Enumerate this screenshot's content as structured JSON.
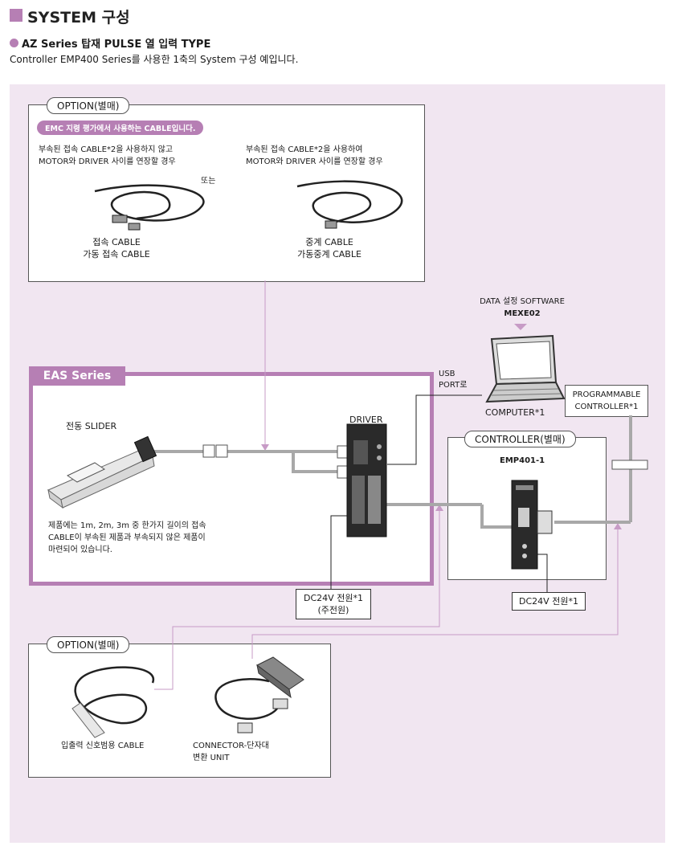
{
  "header": {
    "title": "SYSTEM 구성"
  },
  "subheader": {
    "title": "AZ Series 탑재 PULSE 열 입력 TYPE",
    "description": "Controller EMP400 Series를 사용한 1축의 System 구성 예입니다."
  },
  "option_top": {
    "tag": "OPTION(별매)",
    "note": "EMC 지령 평가에서 사용하는 CABLE입니다.",
    "left_desc_1": "부속된 접속 CABLE*2을 사용하지 않고",
    "left_desc_2": "MOTOR와 DRIVER 사이를 연장할 경우",
    "or_label": "또는",
    "right_desc_1": "부속된 접속 CABLE*2을 사용하여",
    "right_desc_2": "MOTOR와 DRIVER 사이를 연장할 경우",
    "left_cable_1": "접속 CABLE",
    "left_cable_2": "가동 접속 CABLE",
    "right_cable_1": "중계 CABLE",
    "right_cable_2": "가동중계 CABLE"
  },
  "software": {
    "label": "DATA 설정 SOFTWARE",
    "name": "MEXE02"
  },
  "computer": {
    "label": "COMPUTER*1",
    "usb_1": "USB",
    "usb_2": "PORT로"
  },
  "plc": {
    "line_1": "PROGRAMMABLE",
    "line_2": "CONTROLLER*1"
  },
  "eas": {
    "tab": "EAS Series",
    "slider_label": "전동 SLIDER",
    "driver_label": "DRIVER",
    "note_1": "제품에는 1m, 2m, 3m 중 한가지 길이의 접속",
    "note_2": "CABLE이 부속된 제품과 부속되지 않은 제품이",
    "note_3": "마련되어 있습니다."
  },
  "controller": {
    "tag": "CONTROLLER(별매)",
    "model": "EMP401-1"
  },
  "power_driver": {
    "line_1": "DC24V 전원*1",
    "line_2": "(주전원)"
  },
  "power_controller": {
    "line_1": "DC24V 전원*1"
  },
  "option_bottom": {
    "tag": "OPTION(별매)",
    "item_1": "입출력 신호범용 CABLE",
    "item_2_1": "CONNECTOR-단자대",
    "item_2_2": "변환 UNIT"
  },
  "colors": {
    "accent": "#b67fb4",
    "panel": "#f1e6f1",
    "line": "#a8a8a8"
  }
}
